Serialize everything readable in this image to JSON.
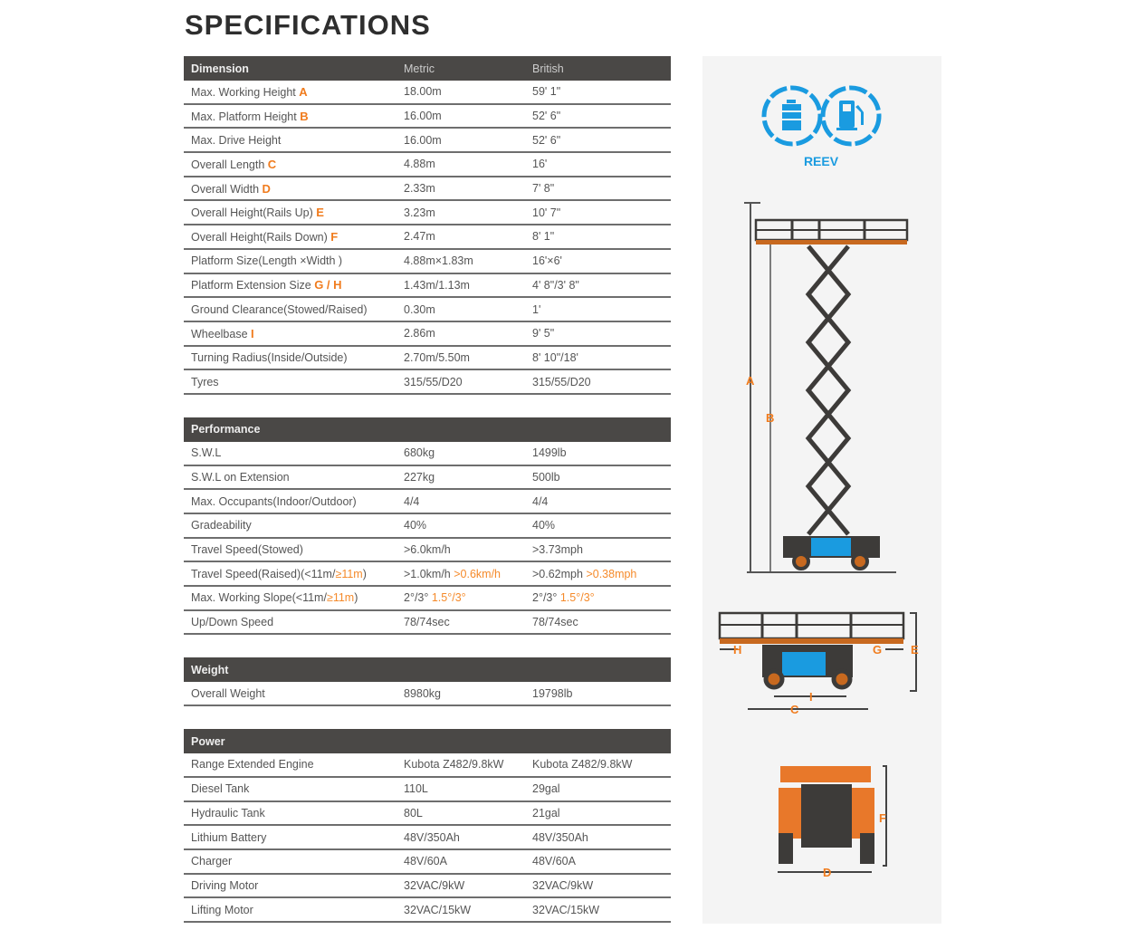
{
  "title": "SPECIFICATIONS",
  "sections": [
    {
      "name": "Dimension",
      "col_metric": "Metric",
      "col_british": "British",
      "rows": [
        {
          "label": "Max. Working Height",
          "tag": "A",
          "metric": "18.00m",
          "british": "59' 1\""
        },
        {
          "label": "Max. Platform Height",
          "tag": "B",
          "metric": "16.00m",
          "british": "52' 6\""
        },
        {
          "label": "Max. Drive Height",
          "metric": "16.00m",
          "british": "52' 6\""
        },
        {
          "label": "Overall Length",
          "tag": "C",
          "metric": "4.88m",
          "british": "16'"
        },
        {
          "label": "Overall Width",
          "tag": "D",
          "metric": "2.33m",
          "british": "7' 8\""
        },
        {
          "label": "Overall Height(Rails Up)",
          "tag": "E",
          "metric": "3.23m",
          "british": "10' 7\""
        },
        {
          "label": "Overall Height(Rails Down)",
          "tag": "F",
          "metric": "2.47m",
          "british": "8' 1\""
        },
        {
          "label": "Platform Size(Length ×Width )",
          "metric": "4.88m×1.83m",
          "british": "16'×6'"
        },
        {
          "label": "Platform Extension Size",
          "tag": "G / H",
          "metric": "1.43m/1.13m",
          "british": "4' 8\"/3' 8\""
        },
        {
          "label": "Ground Clearance(Stowed/Raised)",
          "metric": "0.30m",
          "british": "1'"
        },
        {
          "label": "Wheelbase",
          "tag": "I",
          "metric": "2.86m",
          "british": "9' 5\""
        },
        {
          "label": "Turning Radius(Inside/Outside)",
          "metric": "2.70m/5.50m",
          "british": "8' 10\"/18'"
        },
        {
          "label": "Tyres",
          "metric": "315/55/D20",
          "british": "315/55/D20"
        }
      ]
    },
    {
      "name": "Performance",
      "rows": [
        {
          "label": "S.W.L",
          "metric": "680kg",
          "british": "1499lb"
        },
        {
          "label": "S.W.L on Extension",
          "metric": "227kg",
          "british": "500lb"
        },
        {
          "label": "Max. Occupants(Indoor/Outdoor)",
          "metric": "4/4",
          "british": "4/4"
        },
        {
          "label": "Gradeability",
          "metric": "40%",
          "british": "40%"
        },
        {
          "label": "Travel Speed(Stowed)",
          "metric": ">6.0km/h",
          "british": ">3.73mph"
        },
        {
          "label": "Travel Speed(Raised)(<11m/",
          "label_hl": "≥11m",
          "label_end": ")",
          "metric": ">1.0km/h",
          "metric_hl": ">0.6km/h",
          "british": ">0.62mph",
          "british_hl": ">0.38mph"
        },
        {
          "label": "Max. Working Slope(<11m/",
          "label_hl": "≥11m",
          "label_end": ")",
          "metric": "2°/3°",
          "metric_hl": "1.5°/3°",
          "british": "2°/3°",
          "british_hl": "1.5°/3°"
        },
        {
          "label": "Up/Down Speed",
          "metric": "78/74sec",
          "british": "78/74sec"
        }
      ]
    },
    {
      "name": "Weight",
      "rows": [
        {
          "label": "Overall Weight",
          "metric": "8980kg",
          "british": "19798lb"
        }
      ]
    },
    {
      "name": "Power",
      "rows": [
        {
          "label": "Range Extended Engine",
          "metric": "Kubota Z482/9.8kW",
          "british": "Kubota Z482/9.8kW"
        },
        {
          "label": "Diesel Tank",
          "metric": "110L",
          "british": "29gal"
        },
        {
          "label": "Hydraulic Tank",
          "metric": "80L",
          "british": "21gal"
        },
        {
          "label": "Lithium Battery",
          "metric": "48V/350Ah",
          "british": "48V/350Ah"
        },
        {
          "label": "Charger",
          "metric": "48V/60A",
          "british": "48V/60A"
        },
        {
          "label": "Driving Motor",
          "metric": "32VAC/9kW",
          "british": "32VAC/9kW"
        },
        {
          "label": "Lifting Motor",
          "metric": "32VAC/15kW",
          "british": "32VAC/15kW"
        }
      ]
    }
  ],
  "panel": {
    "badge": "REEV",
    "icons": [
      "battery-icon",
      "fuel-pump-icon"
    ],
    "labels": {
      "A": "A",
      "B": "B",
      "C": "C",
      "D": "D",
      "E": "E",
      "F": "F",
      "G": "G",
      "H": "H",
      "I": "I"
    },
    "colors": {
      "accent": "#f07c1e",
      "blue": "#1a9be0",
      "dark": "#4a4846"
    }
  }
}
